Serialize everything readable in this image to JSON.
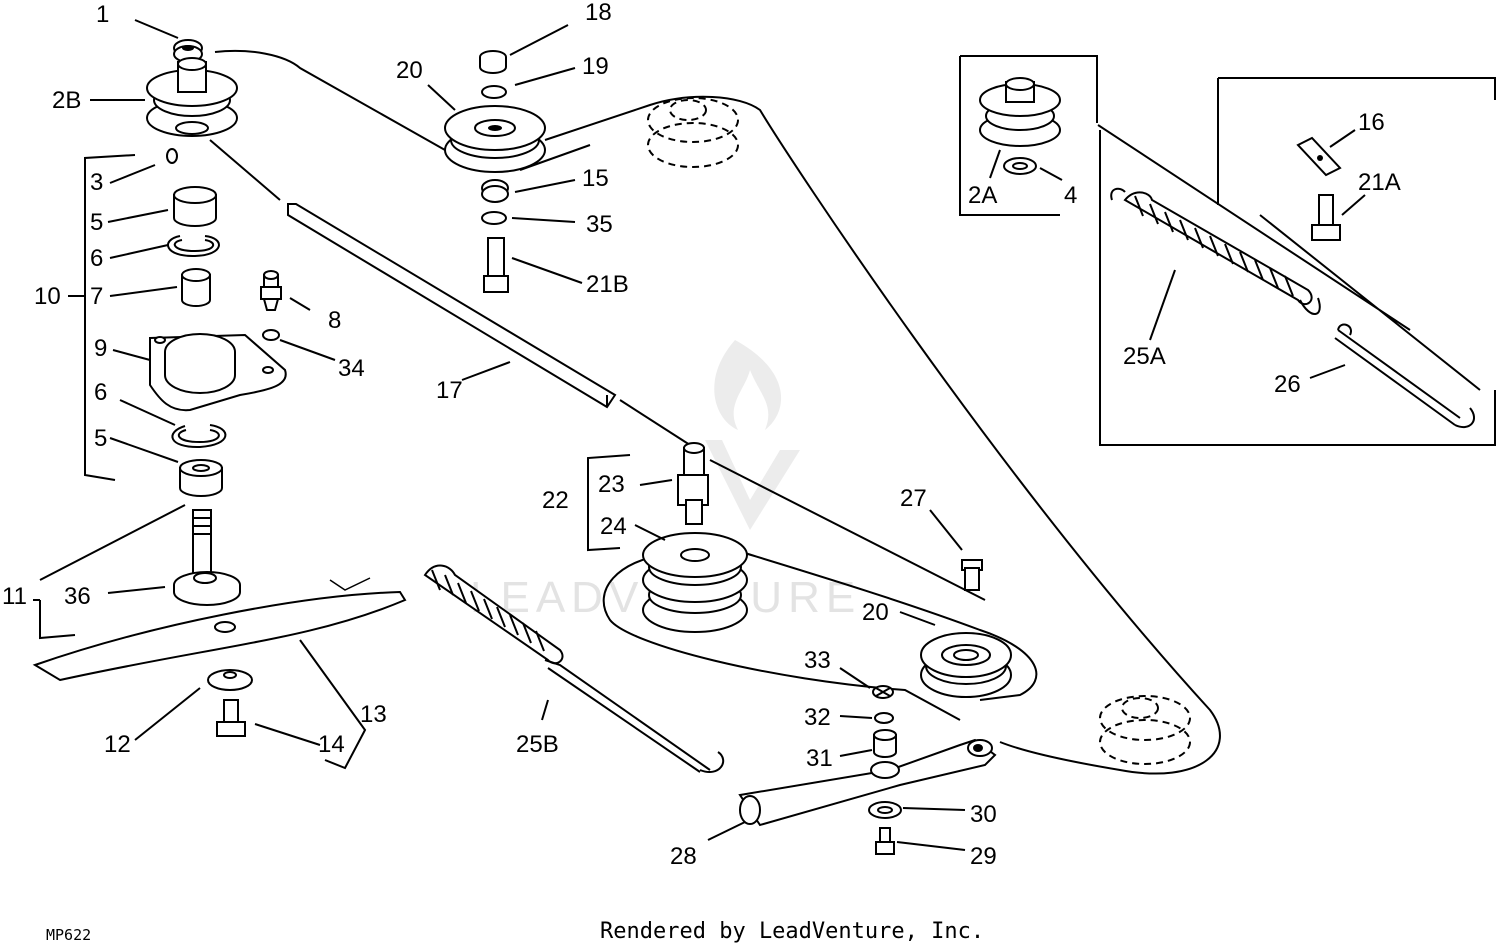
{
  "watermark": "LEADVENTURE",
  "footer_text": "Rendered by LeadVenture, Inc.",
  "diagram_code": "MP622",
  "callouts": {
    "c1": "1",
    "c2B": "2B",
    "c3": "3",
    "c5a": "5",
    "c6a": "6",
    "c7": "7",
    "c10": "10",
    "c8": "8",
    "c9": "9",
    "c34": "34",
    "c6b": "6",
    "c5b": "5",
    "c11": "11",
    "c36": "36",
    "c12": "12",
    "c14": "14",
    "c13": "13",
    "c18": "18",
    "c19": "19",
    "c20a": "20",
    "c15": "15",
    "c35": "35",
    "c21B": "21B",
    "c17": "17",
    "c2A": "2A",
    "c4": "4",
    "c16": "16",
    "c21A": "21A",
    "c25A": "25A",
    "c26": "26",
    "c22": "22",
    "c23": "23",
    "c24": "24",
    "c27": "27",
    "c20b": "20",
    "c33": "33",
    "c32": "32",
    "c31": "31",
    "c30": "30",
    "c29": "29",
    "c28": "28",
    "c25B": "25B"
  }
}
